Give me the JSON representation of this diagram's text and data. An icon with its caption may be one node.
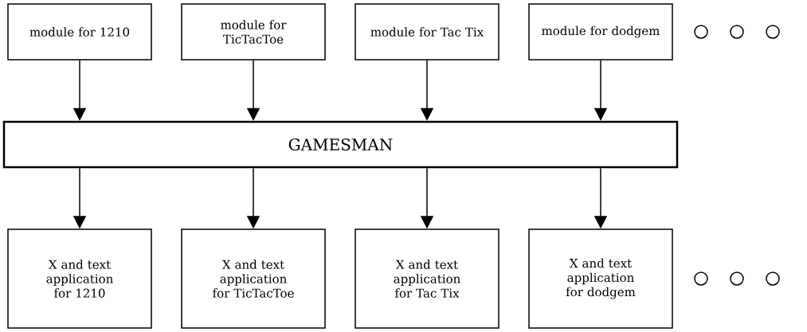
{
  "diagram": {
    "nodes": [
      {
        "text": [
          "module for 1210"
        ]
      },
      {
        "text": [
          "module for TicTacToe"
        ]
      },
      {
        "text": [
          "module for Tac Tix"
        ]
      },
      {
        "text": [
          "module for dodgem"
        ]
      },
      {
        "text": [
          "GAMESMAN"
        ]
      },
      {
        "text": [
          "X and text application for 1210"
        ]
      },
      {
        "text": [
          "X and text application for TicTacToe"
        ]
      },
      {
        "text": [
          "X and text application for Tac Tix"
        ]
      },
      {
        "text": [
          "X and text application for dodgem"
        ]
      }
    ],
    "edges": [
      {
        "from": 0,
        "to": 4,
        "arrow": "to"
      },
      {
        "from": 1,
        "to": 4,
        "arrow": "to"
      },
      {
        "from": 2,
        "to": 4,
        "arrow": "to"
      },
      {
        "from": 3,
        "to": 4,
        "arrow": "to"
      },
      {
        "from": 4,
        "to": 5,
        "arrow": "to"
      },
      {
        "from": 4,
        "to": 6,
        "arrow": "to"
      },
      {
        "from": 4,
        "to": 7,
        "arrow": "to"
      },
      {
        "from": 4,
        "to": 8,
        "arrow": "to"
      }
    ]
  }
}
